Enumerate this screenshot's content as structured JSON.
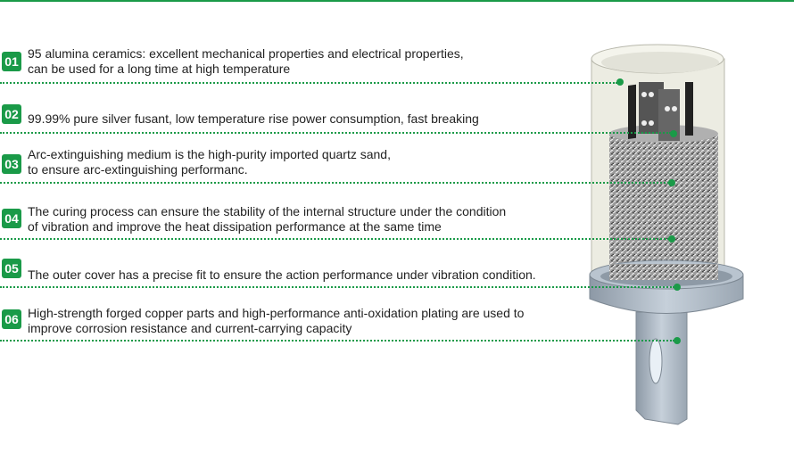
{
  "accent_color": "#1a9a48",
  "items": [
    {
      "num": "01",
      "lines": [
        "95 alumina ceramics: excellent mechanical properties and electrical properties,",
        "can be used for a long time at high temperature"
      ]
    },
    {
      "num": "02",
      "lines": [
        " 99.99% pure silver fusant, low temperature rise power consumption, fast breaking"
      ]
    },
    {
      "num": "03",
      "lines": [
        "Arc-extinguishing medium is the high-purity imported quartz sand,",
        "to ensure arc-extinguishing performanc."
      ]
    },
    {
      "num": "04",
      "lines": [
        "The curing process can ensure the stability of the internal structure under the condition",
        "of vibration and improve the heat dissipation performance at the same time"
      ]
    },
    {
      "num": "05",
      "lines": [
        "The outer cover has a precise fit to ensure the action performance under vibration condition."
      ]
    },
    {
      "num": "06",
      "lines": [
        "High-strength forged copper parts and high-performance anti-oxidation plating are used to",
        "improve corrosion resistance and current-carrying capacity"
      ]
    }
  ]
}
